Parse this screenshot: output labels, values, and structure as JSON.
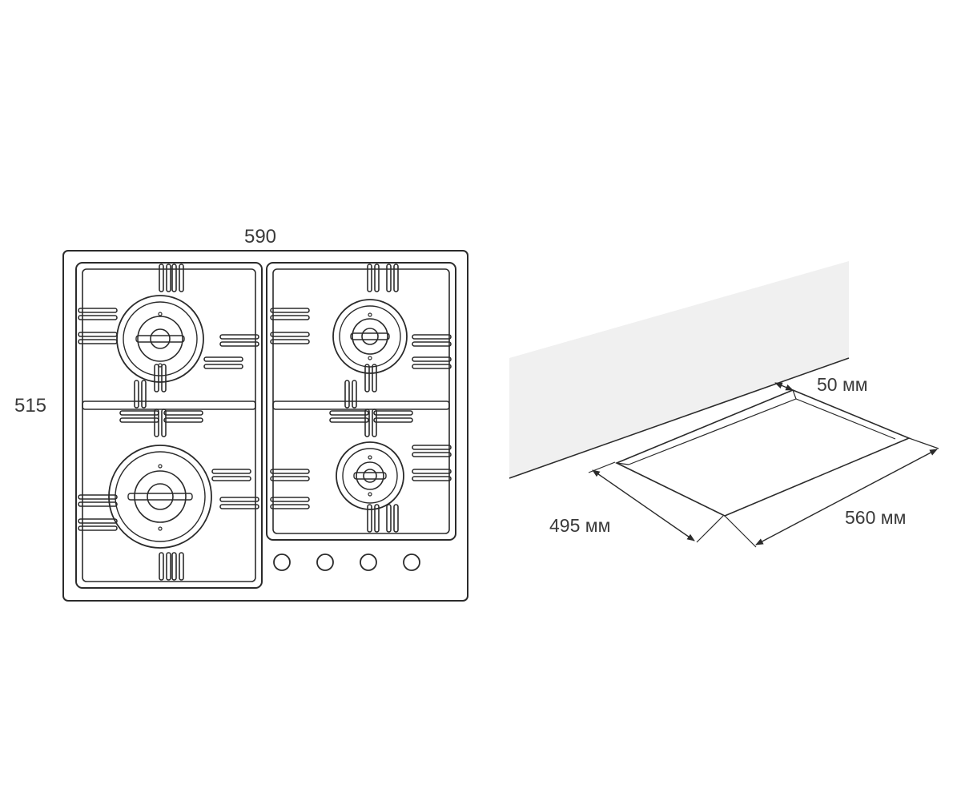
{
  "hob_view": {
    "width_label": "590",
    "depth_label": "515",
    "knob_count": 4
  },
  "cutout_view": {
    "rear_gap_label": "50 мм",
    "cutout_depth_label": "495 мм",
    "cutout_width_label": "560 мм"
  },
  "colors": {
    "line": "#2b2b2b",
    "text": "#3a3a3a",
    "wall": "#f0f0f0"
  }
}
